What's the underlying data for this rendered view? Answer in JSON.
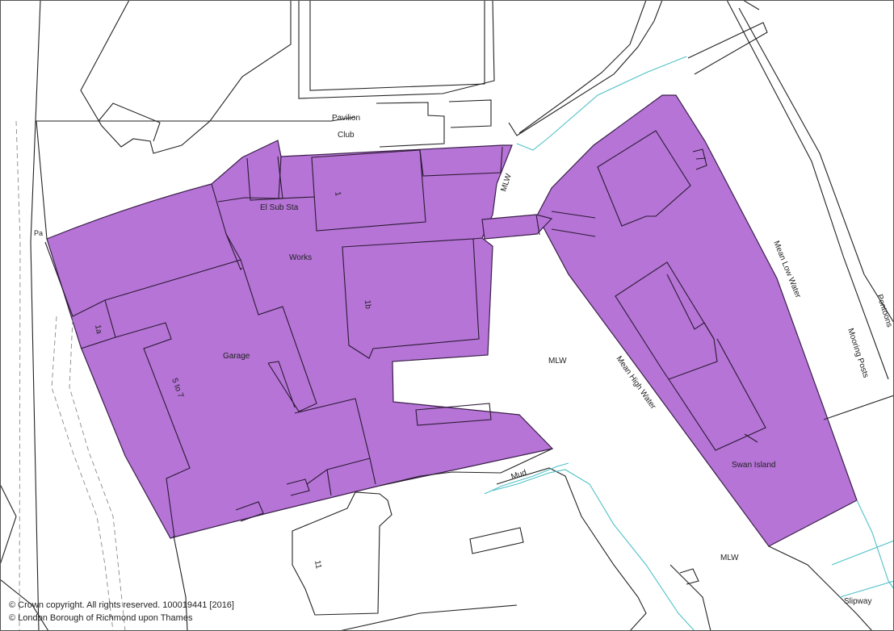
{
  "map": {
    "labels": {
      "pavilion": "Pavilion",
      "club": "Club",
      "el_sub_sta": "El Sub Sta",
      "works": "Works",
      "garage": "Garage",
      "five_to_seven": "5 to 7",
      "one_a": "1a",
      "one_b": "1b",
      "one": "1",
      "eleven": "11",
      "mlw_top": "MLW",
      "mlw_center": "MLW",
      "mlw_bottom": "MLW",
      "mean_low_water": "Mean Low Water",
      "mean_high_water": "Mean High Water",
      "mooring_posts": "Mooring Posts",
      "pontoons": "Pontoons",
      "swan_island": "Swan Island",
      "mud": "Mud",
      "slipway": "Slipway",
      "pa_fragment": "Pa"
    },
    "copyright": {
      "line1": "© Crown copyright. All rights reserved. 100019441 [2016]",
      "line2": "© London Borough of Richmond upon Thames"
    },
    "colors": {
      "site_fill": "#b574d6",
      "water_line": "#4fc1c7"
    }
  }
}
